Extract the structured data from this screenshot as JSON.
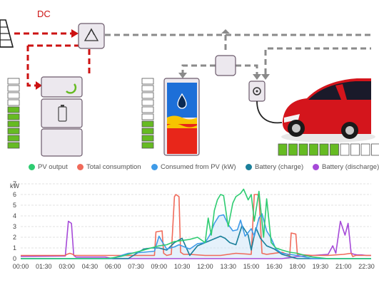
{
  "diagram": {
    "dc_label": "DC",
    "colors": {
      "dc_line": "#cc1111",
      "ac_line": "#8a8a8a",
      "box_fill": "#ece8ee",
      "box_stroke": "#6b5a6b",
      "segment_on": "#66bb22"
    },
    "pv_battery_level": 6,
    "pv_battery_segments": 10,
    "heater_level": 4,
    "heater_segments": 10,
    "car_charge_level": 6,
    "car_charge_segments": 10
  },
  "legend": [
    {
      "label": "PV output",
      "color": "#2ecc71"
    },
    {
      "label": "Total consumption",
      "color": "#f06a5a"
    },
    {
      "label": "Consumed from PV (kW)",
      "color": "#3f9be8"
    },
    {
      "label": "Battery (charge)",
      "color": "#1a7f9a"
    },
    {
      "label": "Battery (discharge)",
      "color": "#a64ad8"
    }
  ],
  "chart_data": {
    "type": "line",
    "ylabel": "kW",
    "ylim": [
      0,
      7
    ],
    "yticks": [
      "0",
      "1",
      "2",
      "3",
      "4",
      "5",
      "6",
      "7"
    ],
    "xticks": [
      "00:00",
      "01:30",
      "03:00",
      "04:30",
      "06:00",
      "07:30",
      "09:00",
      "10:30",
      "12:00",
      "13:30",
      "15:00",
      "16:30",
      "18:00",
      "19:30",
      "21:00",
      "22:30"
    ],
    "x_range_hours": [
      0,
      22.8
    ],
    "grid": true,
    "series": [
      {
        "name": "PV output",
        "color": "#2ecc71",
        "x": [
          0,
          5.5,
          6,
          6.5,
          7,
          8,
          8.5,
          9,
          9.5,
          10,
          11,
          11.5,
          12,
          12.2,
          12.4,
          12.6,
          12.8,
          13,
          13.2,
          13.5,
          13.8,
          14,
          14.3,
          14.5,
          14.8,
          15,
          15.2,
          15.5,
          15.8,
          16,
          16.3,
          16.6,
          17,
          17.5,
          18,
          18.5,
          19,
          20,
          22.8
        ],
        "y": [
          0,
          0,
          0.08,
          0.2,
          0.4,
          0.8,
          1,
          1.2,
          1.3,
          1.6,
          1.8,
          2,
          1.5,
          3.8,
          2.2,
          4.5,
          5.5,
          6,
          5.9,
          3,
          5.2,
          5.8,
          6.1,
          6.5,
          5.5,
          6,
          3.5,
          6.3,
          2,
          5.6,
          1.5,
          1,
          0.8,
          0.6,
          0.5,
          0.3,
          0.15,
          0,
          0
        ]
      },
      {
        "name": "Total consumption",
        "color": "#f06a5a",
        "x": [
          0,
          2.9,
          3,
          3.2,
          3.4,
          3.5,
          6,
          8.7,
          8.8,
          9.2,
          9.3,
          9.5,
          9.8,
          10,
          10.1,
          10.3,
          10.4,
          10.6,
          11,
          12,
          13,
          14,
          15,
          15.2,
          15.4,
          15.5,
          15.7,
          16,
          17,
          17.5,
          17.6,
          17.9,
          18,
          19,
          20,
          21,
          21.5,
          21.6,
          21.8,
          22,
          22.8
        ],
        "y": [
          0.3,
          0.3,
          0.4,
          0.5,
          0.4,
          0.3,
          0.3,
          0.3,
          2.5,
          2.6,
          0.5,
          0.3,
          0.4,
          5.8,
          6,
          5.8,
          0.6,
          0.4,
          0.4,
          0.3,
          0.3,
          0.5,
          0.4,
          6,
          6,
          5.8,
          0.5,
          0.4,
          0.6,
          0.3,
          2.4,
          2.3,
          0.4,
          0.3,
          0.3,
          0.4,
          0.5,
          0.2,
          0.3,
          0.3,
          0.3
        ]
      },
      {
        "name": "Consumed from PV (kW)",
        "color": "#3f9be8",
        "x": [
          0,
          5.8,
          6,
          7,
          8,
          8.7,
          9,
          9.2,
          9.5,
          10,
          10.3,
          11,
          11.5,
          12,
          12.3,
          12.6,
          12.9,
          13.2,
          13.5,
          13.8,
          14.1,
          14.3,
          14.6,
          15,
          15.2,
          15.5,
          15.7,
          16,
          16.3,
          16.6,
          17,
          18,
          19,
          22.8
        ],
        "y": [
          0,
          0,
          0.05,
          0.5,
          0.6,
          0.7,
          2.1,
          1.6,
          0.9,
          1.1,
          1.3,
          0.9,
          1.4,
          1.5,
          2.2,
          3.3,
          4.0,
          4.1,
          3.2,
          2.6,
          2.7,
          3.6,
          2.1,
          2.8,
          2.1,
          3.8,
          4.2,
          2.6,
          1.9,
          0.9,
          0.5,
          0.3,
          0,
          0
        ]
      },
      {
        "name": "Battery (charge)",
        "color": "#1a7f9a",
        "x": [
          0,
          6,
          7,
          8,
          8.5,
          9,
          9.5,
          10,
          10.5,
          11,
          11.5,
          12,
          12.5,
          13,
          13.3,
          13.6,
          14,
          14.4,
          14.8,
          15,
          15.3,
          15.6,
          16,
          16.5,
          17,
          18,
          22.8
        ],
        "y": [
          0,
          0,
          0,
          0.9,
          1.0,
          1.0,
          0.8,
          1.5,
          1.9,
          0.3,
          1.2,
          1.5,
          1.8,
          2.1,
          1.9,
          1.5,
          1.3,
          3.1,
          2.2,
          0.8,
          2.9,
          1.9,
          1.2,
          0.9,
          0.4,
          0,
          0
        ]
      },
      {
        "name": "Battery (discharge)",
        "color": "#a64ad8",
        "x": [
          0,
          2.9,
          3.1,
          3.3,
          3.45,
          3.6,
          5.5,
          6,
          9,
          9.5,
          10,
          12,
          15,
          16,
          17,
          18,
          19,
          20,
          20.3,
          20.5,
          20.8,
          21.1,
          21.3,
          21.5,
          21.7,
          21.9,
          22.2,
          22.5,
          22.8
        ],
        "y": [
          0.2,
          0.25,
          3.5,
          3.3,
          0.3,
          0.15,
          0.15,
          0,
          0,
          0,
          0,
          0,
          0,
          0,
          0,
          0.2,
          0.3,
          0.4,
          1.2,
          0.5,
          3.5,
          2.2,
          3.3,
          0.5,
          0.4,
          0.35,
          0.35,
          0.3,
          0.3
        ]
      }
    ]
  }
}
